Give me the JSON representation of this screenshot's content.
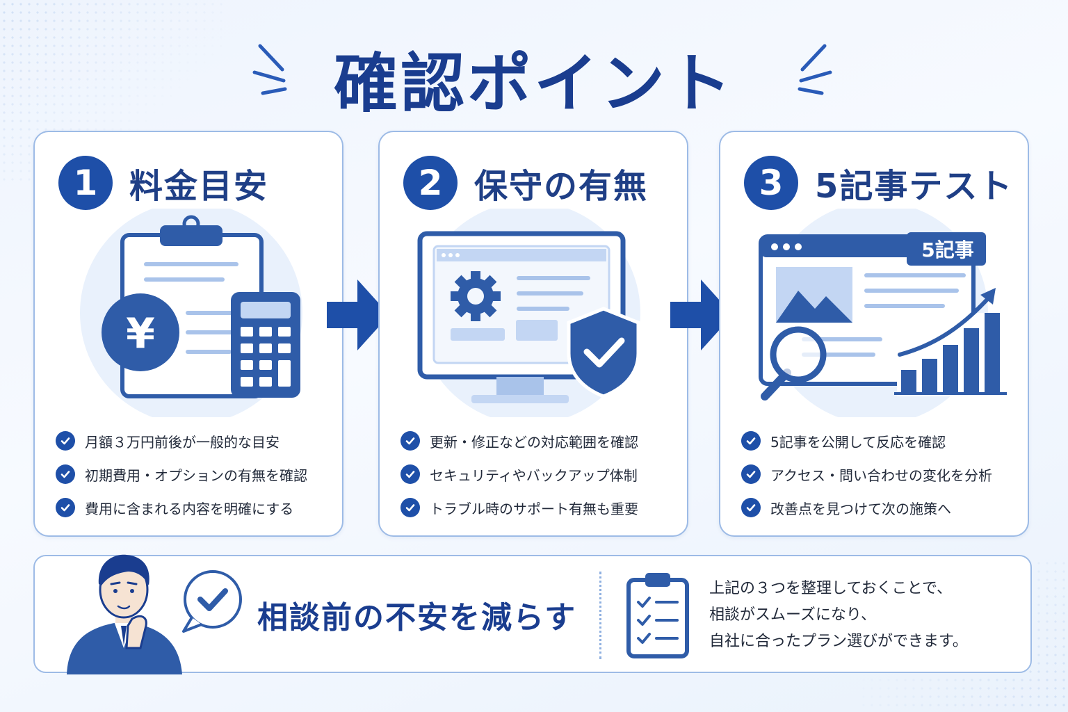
{
  "title": "確認ポイント",
  "cards": [
    {
      "number": "1",
      "title": "料金目安",
      "checks": [
        "月額３万円前後が一般的な目安",
        "初期費用・オプションの有無を確認",
        "費用に含まれる内容を明確にする"
      ]
    },
    {
      "number": "2",
      "title": "保守の有無",
      "checks": [
        "更新・修正などの対応範囲を確認",
        "セキュリティやバックアップ体制",
        "トラブル時のサポート有無も重要"
      ]
    },
    {
      "number": "3",
      "title": "5記事テスト",
      "badge": "5記事",
      "checks": [
        "5記事を公開して反応を確認",
        "アクセス・問い合わせの変化を分析",
        "改善点を見つけて次の施策へ"
      ]
    }
  ],
  "bottom": {
    "heading": "相談前の不安を減らす",
    "lines": [
      "上記の３つを整理しておくことで、",
      "相談がスムーズになり、",
      "自社に合ったプラン選びができます。"
    ]
  },
  "colors": {
    "primary": "#1e4fa8",
    "dark": "#1a3d8f",
    "light": "#e4eefb",
    "border": "#9dbbe6"
  }
}
